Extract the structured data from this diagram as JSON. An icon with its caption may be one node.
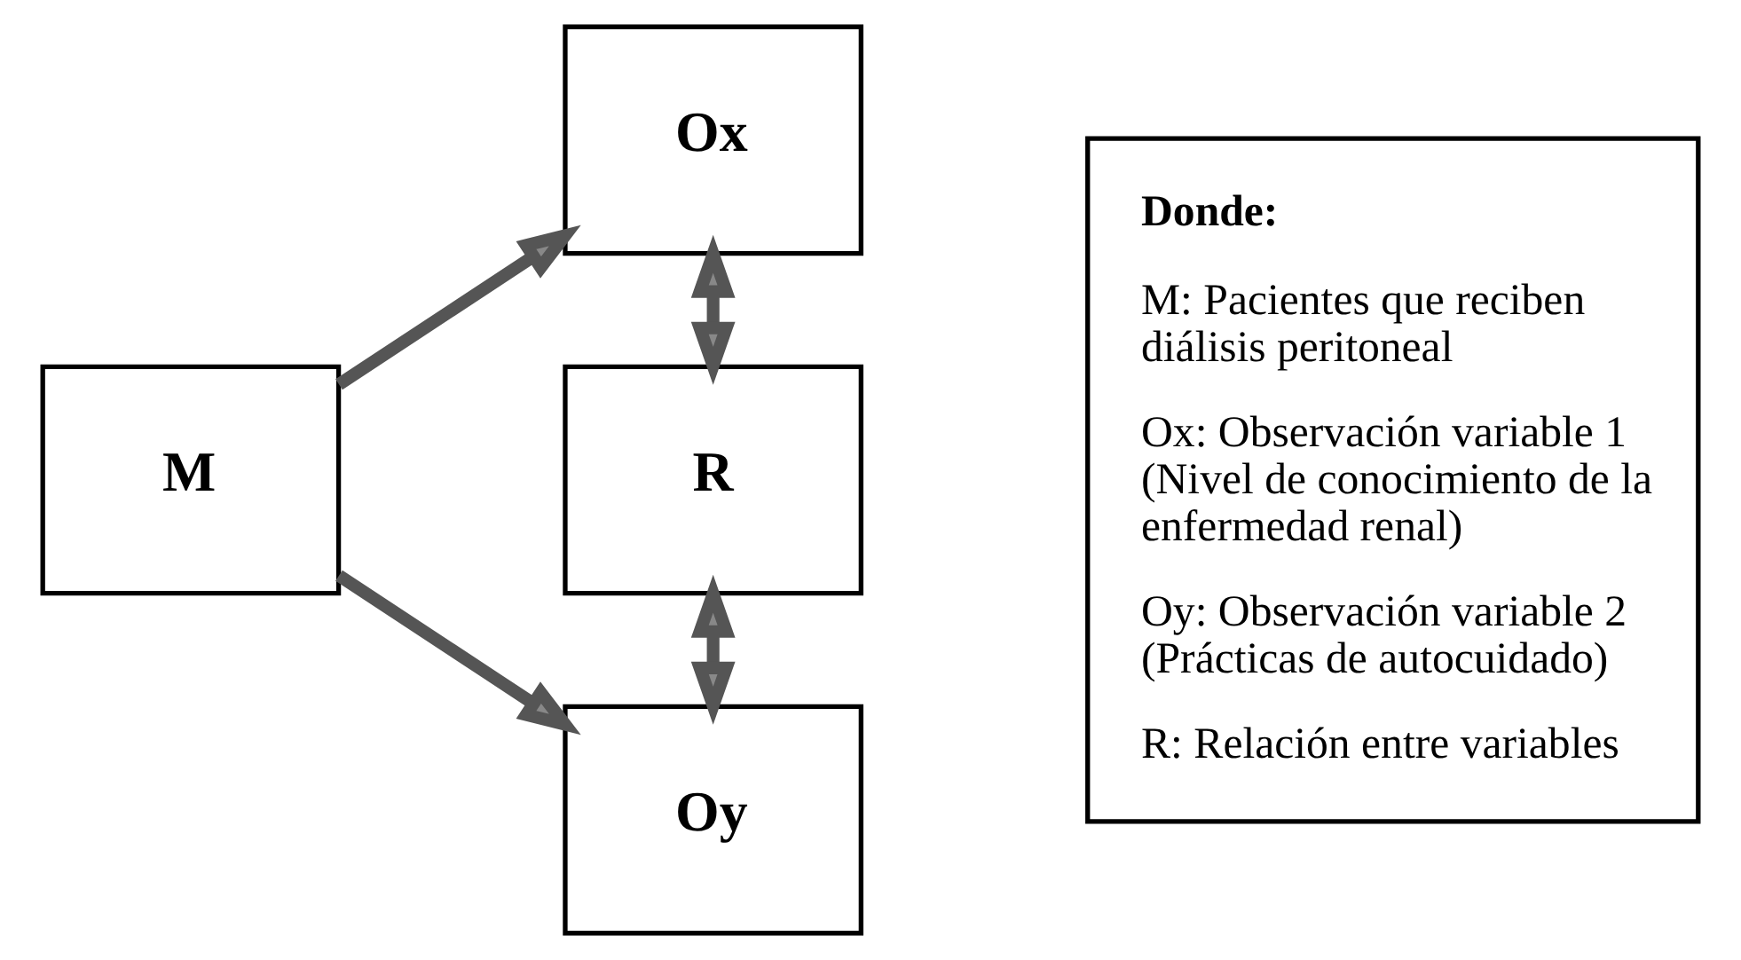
{
  "diagram": {
    "nodes": [
      {
        "text": [
          "M"
        ]
      },
      {
        "text": [
          "Ox"
        ]
      },
      {
        "text": [
          "R"
        ]
      },
      {
        "text": [
          "Oy"
        ]
      },
      {
        "text": [
          "Donde:",
          "M: Pacientes que reciben diálisis peritoneal",
          "Ox: Observación variable 1 (Nivel de conocimiento de la enfermedad renal)",
          "Oy: Observación variable 2 (Prácticas de autocuidado)",
          "R: Relación entre variables"
        ]
      }
    ],
    "edges": [
      {
        "from": 0,
        "to": 1,
        "arrow": "to"
      },
      {
        "from": 1,
        "to": 2,
        "arrow": "both"
      },
      {
        "from": 2,
        "to": 3,
        "arrow": "both"
      },
      {
        "from": 0,
        "to": 3,
        "arrow": "to"
      }
    ]
  }
}
